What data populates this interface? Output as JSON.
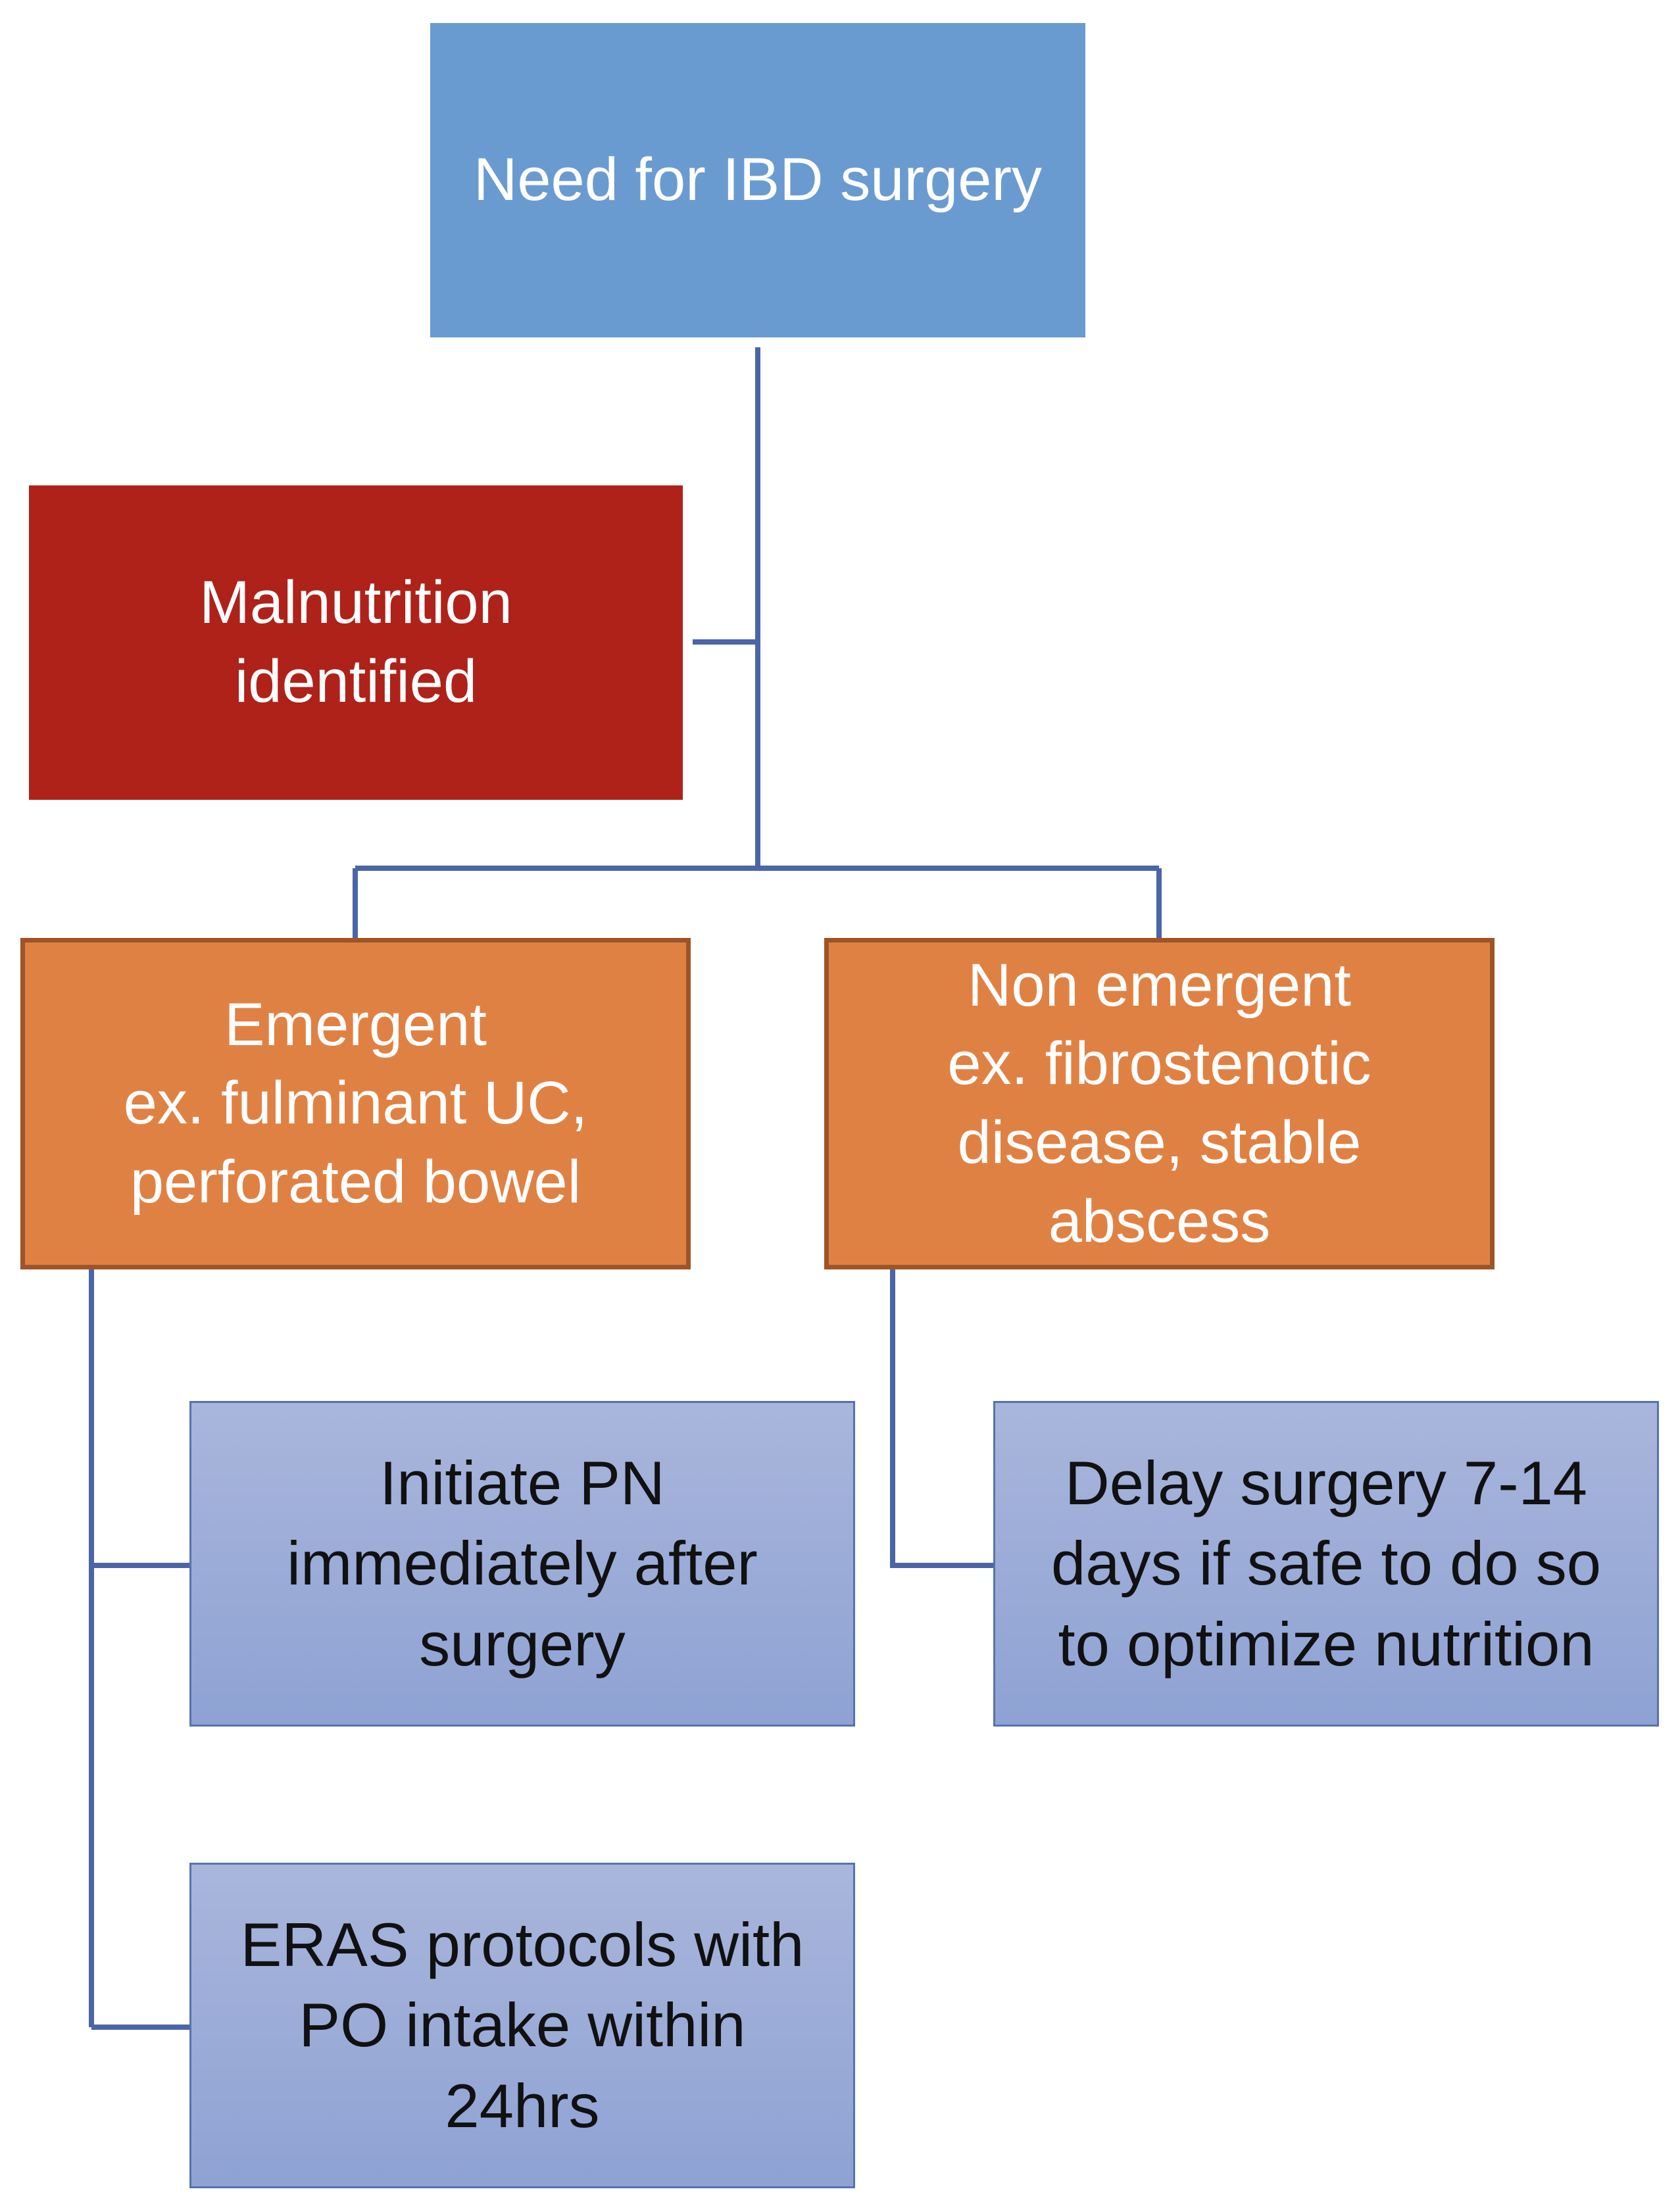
{
  "nodes": {
    "root": "Need for IBD surgery",
    "malnutrition": "Malnutrition\nidentified",
    "emergent": "Emergent\nex. fulminant UC,\nperforated bowel",
    "non_emergent": "Non emergent\nex. fibrostenotic\ndisease, stable\nabscess",
    "initiate_pn": "Initiate PN\nimmediately after\nsurgery",
    "eras": "ERAS protocols with\nPO intake within\n24hrs",
    "delay": "Delay surgery 7-14\ndays if safe to do so\nto optimize nutrition"
  },
  "colors": {
    "root_fill": "#6a9bd0",
    "malnutrition_fill": "#ae221a",
    "branch_fill": "#e08144",
    "branch_border": "#9e5426",
    "action_fill_top": "#a9b6dc",
    "action_fill_bottom": "#8ea2d3",
    "action_border": "#5672b2",
    "connector": "#4a65a8"
  }
}
